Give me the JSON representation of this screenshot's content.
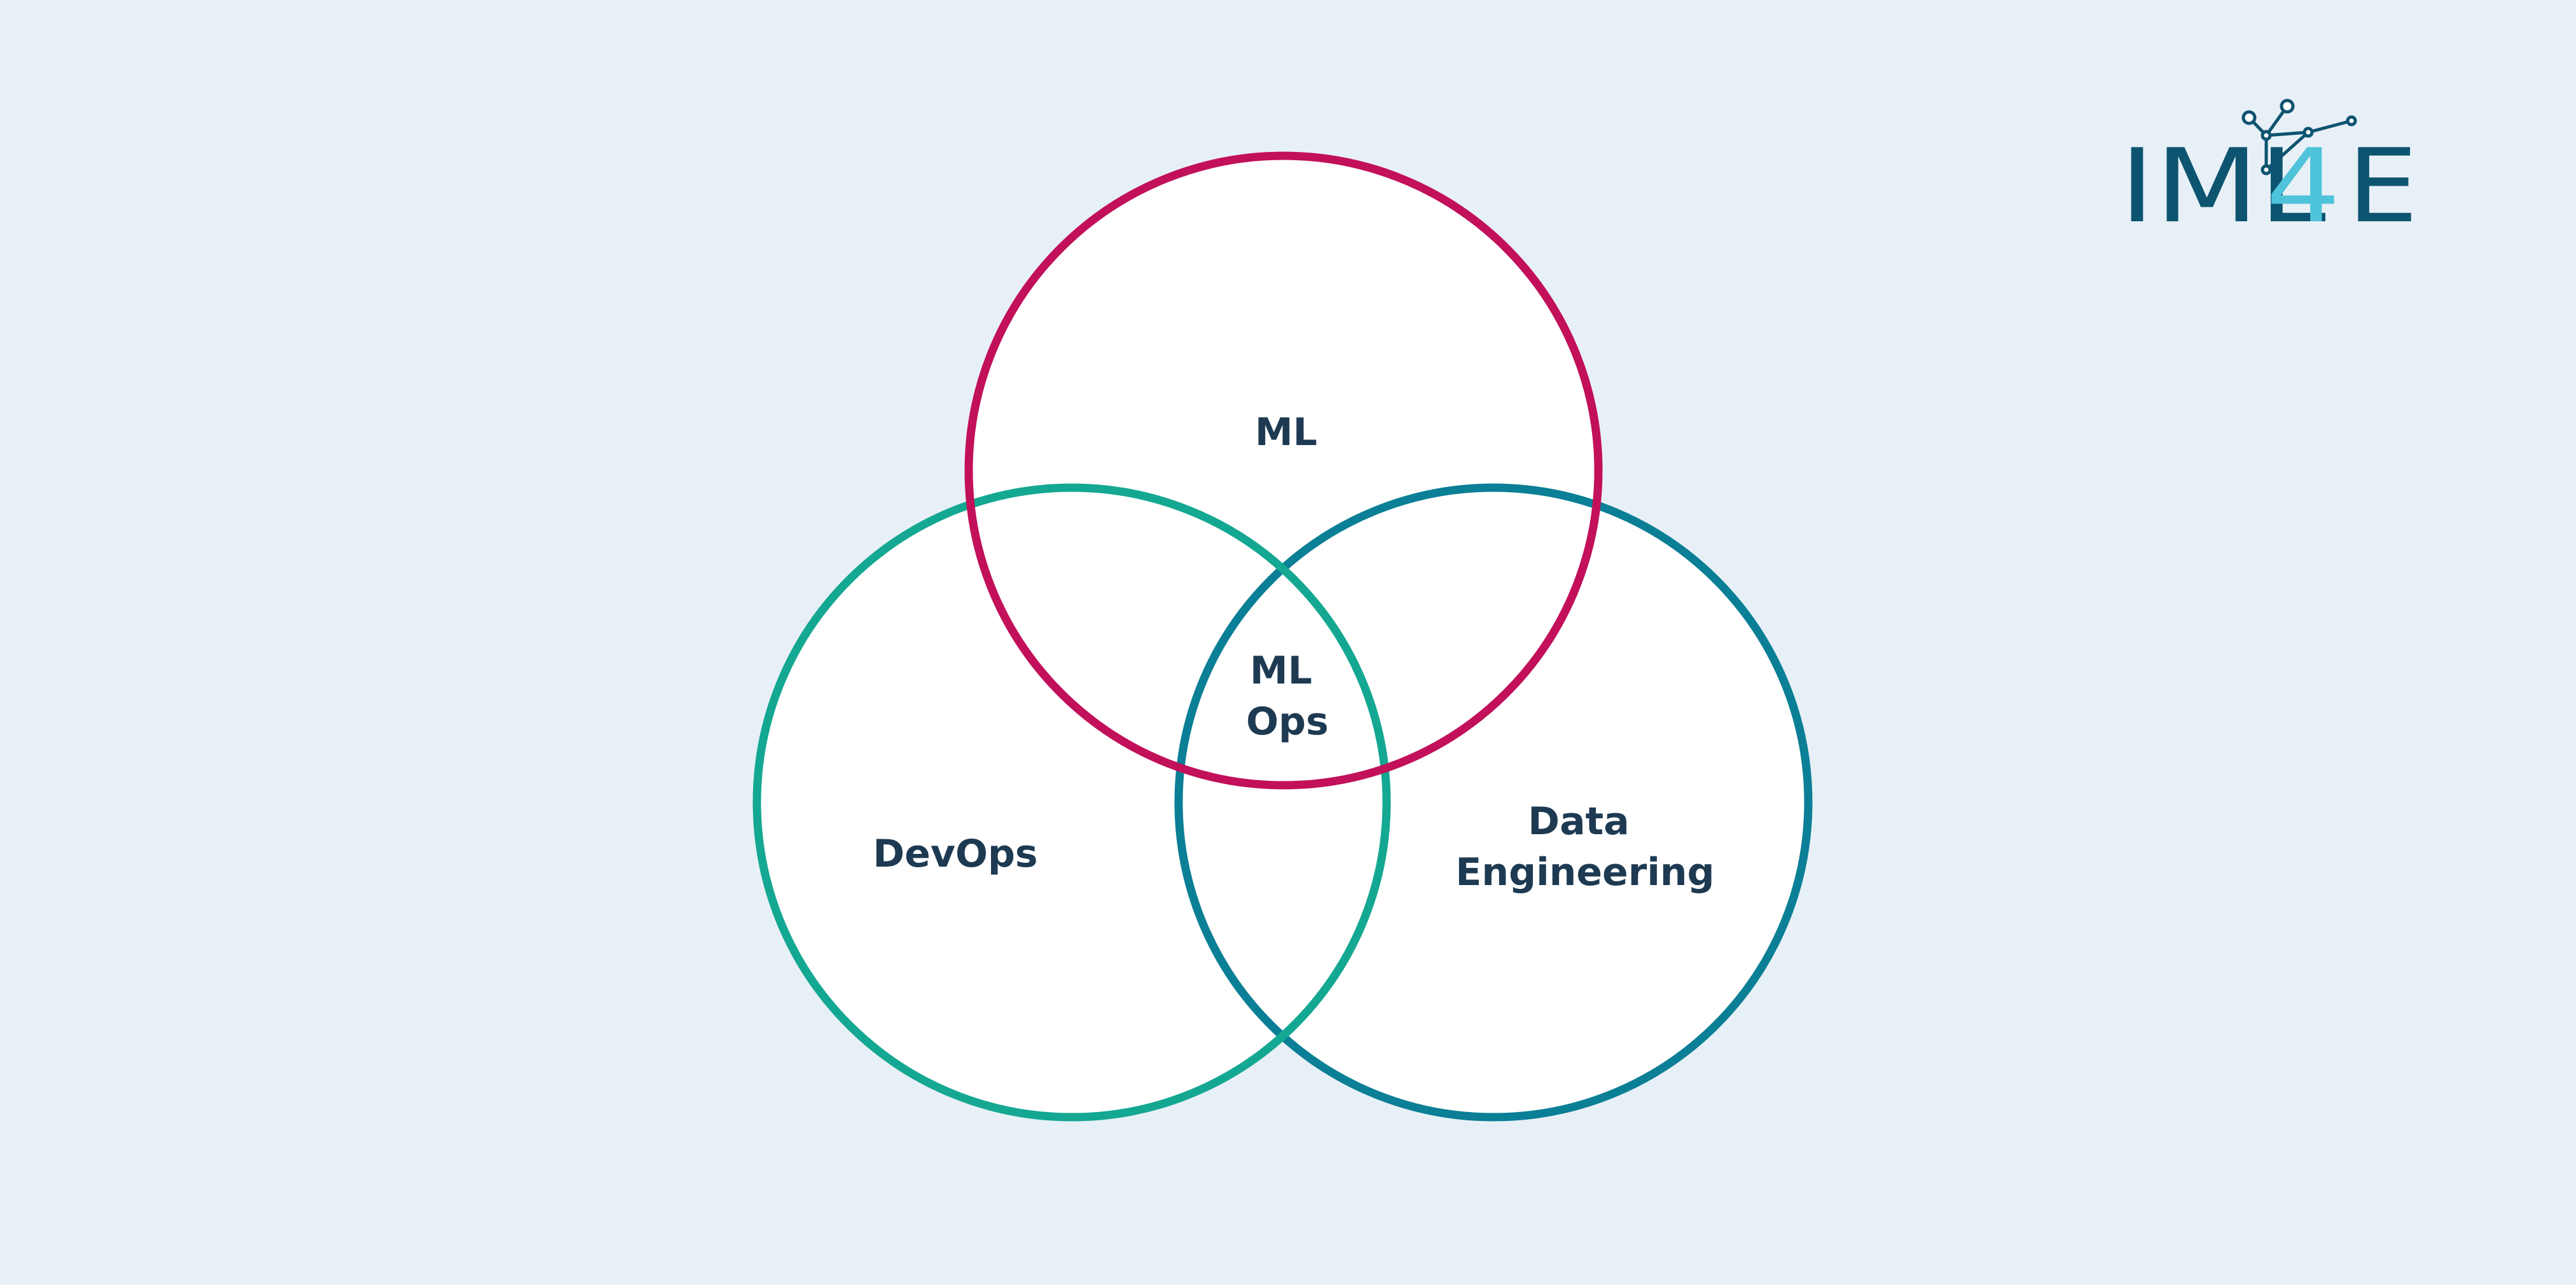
{
  "colors": {
    "background": "#e8f0f7",
    "circle_fill": "#ffffff",
    "ml_ring": "#c2105a",
    "devops_ring": "#14a892",
    "data_eng_ring": "#0a7f96",
    "label_text": "#1e3a52",
    "logo_dark": "#0d5470",
    "logo_accent": "#4fc3d9"
  },
  "venn": {
    "ml": {
      "label": "ML"
    },
    "devops": {
      "label": "DevOps"
    },
    "data_engineering": {
      "line1": "Data",
      "line2": "Engineering"
    },
    "mlops": {
      "line1": "ML",
      "line2": "Ops"
    }
  },
  "logo": {
    "text_dark_left": "IML",
    "text_accent": "4",
    "text_dark_right": "E",
    "icon": "network-graph-icon"
  }
}
